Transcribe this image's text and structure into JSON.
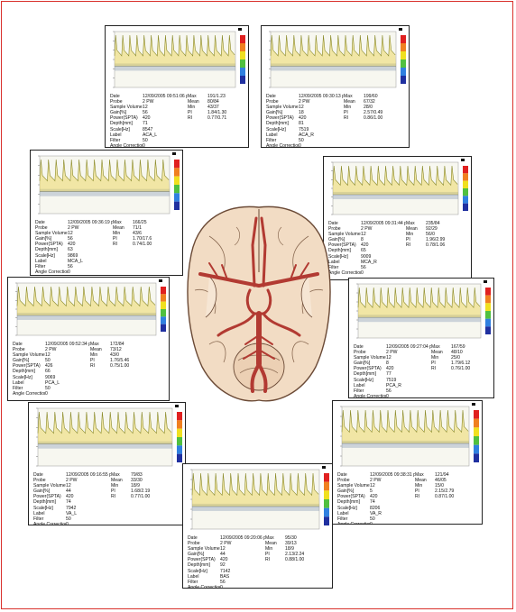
{
  "field_labels": {
    "date": "Date",
    "probe": "Probe",
    "sample_volume": "Sample Volume",
    "gain": "Gain[%]",
    "power": "Power(SPTA)",
    "depth": "Depth[mm]",
    "scale": "Scale[Hz]",
    "label": "Label",
    "filter": "Filter",
    "angle": "Angle Correction",
    "max": "Max",
    "mean": "Mean",
    "min": "Min",
    "pi": "PI",
    "ri": "RI"
  },
  "colors": {
    "frame": "#d9302b",
    "waveform": "#e8d04a",
    "spectrum": "#7a8fb0",
    "artery": "#b23a32",
    "brain_fill": "#f2dcc4",
    "brain_outline": "#6b4a36"
  },
  "panels": [
    {
      "id": "aca-l",
      "date": "12/09/2005 09:51:06 p.m.",
      "probe": "2 PW",
      "sample_volume": "12",
      "gain": "56",
      "power": "420",
      "depth": "71",
      "scale": "8547",
      "label": "ACA_L",
      "filter": "50",
      "angle": "0",
      "max": "191/1.23",
      "mean": "80/84",
      "min": "43/37",
      "pi": "1.84/1.30",
      "ri": "0.77/0.71"
    },
    {
      "id": "aca-r",
      "date": "12/09/2005 09:30:13 p.m.",
      "probe": "2 PW",
      "sample_volume": "12",
      "gain": "18",
      "power": "420",
      "depth": "81",
      "scale": "7519",
      "label": "ACA_R",
      "filter": "50",
      "angle": "0",
      "max": "199/60",
      "mean": "67/32",
      "min": "28/0",
      "pi": "2.57/0.49",
      "ri": "0.86/1.00"
    },
    {
      "id": "mca-l",
      "date": "12/09/2005 09:36:19 p.m.",
      "probe": "2 PW",
      "sample_volume": "12",
      "gain": "56",
      "power": "420",
      "depth": "63",
      "scale": "9869",
      "label": "MCA_L",
      "filter": "56",
      "angle": "0",
      "max": "166/25",
      "mean": "71/1",
      "min": "43/6",
      "pi": "1.70/17.6",
      "ri": "0.74/1.00"
    },
    {
      "id": "mca-r",
      "date": "12/09/2005 09:31:44 p.m.",
      "probe": "2 PW",
      "sample_volume": "12",
      "gain": "8",
      "power": "420",
      "depth": "65",
      "scale": "9009",
      "label": "MCA_R",
      "filter": "56",
      "angle": "0",
      "max": "235/84",
      "mean": "92/29",
      "min": "56/0",
      "pi": "1.96/2.99",
      "ri": "0.78/1.06"
    },
    {
      "id": "pca-l",
      "date": "12/09/2005 09:52:34 p.m.",
      "probe": "2 PW",
      "sample_volume": "12",
      "gain": "50",
      "power": "426",
      "depth": "66",
      "scale": "9069",
      "label": "PCA_L",
      "filter": "50",
      "angle": "0",
      "max": "172/84",
      "mean": "73/12",
      "min": "43/0",
      "pi": "1.76/5.46",
      "ri": "0.75/1.00"
    },
    {
      "id": "pca-r",
      "date": "12/09/2005 09:27:04 p.m.",
      "probe": "2 PW",
      "sample_volume": "12",
      "gain": "8",
      "power": "420",
      "depth": "77",
      "scale": "7519",
      "label": "PCA_R",
      "filter": "56",
      "angle": "0",
      "max": "167/59",
      "mean": "48/10",
      "min": "25/0",
      "pi": "1.79/6.12",
      "ri": "0.76/1.00"
    },
    {
      "id": "va-l",
      "date": "12/09/2005 09:16:55 p.m.",
      "probe": "2 PW",
      "sample_volume": "12",
      "gain": "44",
      "power": "420",
      "depth": "74",
      "scale": "7942",
      "label": "VA_L",
      "filter": "50",
      "angle": "0",
      "max": "79/83",
      "mean": "33/30",
      "min": "18/9",
      "pi": "1.68/2.19",
      "ri": "0.77/1.00"
    },
    {
      "id": "va-r",
      "date": "12/09/2005 09:38:31 p.m.",
      "probe": "2 PW",
      "sample_volume": "12",
      "gain": "5",
      "power": "420",
      "depth": "74",
      "scale": "8206",
      "label": "VA_R",
      "filter": "50",
      "angle": "0",
      "max": "121/94",
      "mean": "46/05",
      "min": "15/0",
      "pi": "2.15/2.79",
      "ri": "0.87/1.00"
    },
    {
      "id": "bas",
      "date": "12/09/2005 09:20:06 p.m.",
      "probe": "2 PW",
      "sample_volume": "12",
      "gain": "44",
      "power": "420",
      "depth": "92",
      "scale": "7142",
      "label": "BAS",
      "filter": "56",
      "angle": "0",
      "max": "95/30",
      "mean": "39/13",
      "min": "18/9",
      "pi": "2.13/2.24",
      "ri": "0.88/1.00"
    }
  ]
}
